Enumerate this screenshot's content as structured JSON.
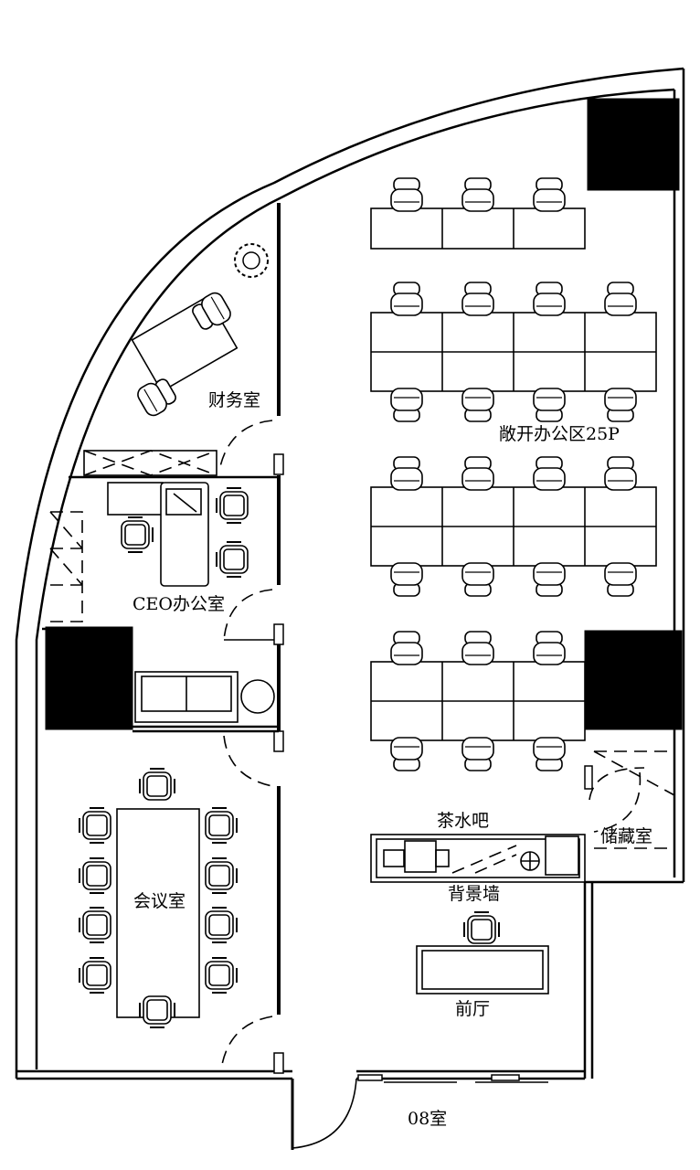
{
  "labels": {
    "finance_room": "财务室",
    "open_office": "敞开办公区25P",
    "ceo_office": "CEO办公室",
    "meeting_room": "会议室",
    "tea_bar": "茶水吧",
    "feature_wall": "背景墙",
    "storage_room": "储藏室",
    "reception": "前厅",
    "room_number": "08室"
  },
  "icons": {
    "plant": "plant-icon",
    "office_chair": "office-chair-icon",
    "sofa": "sofa-icon",
    "round_table": "round-table-icon",
    "door": "door-swing-icon"
  },
  "colors": {
    "line": "#000000",
    "background": "#ffffff"
  }
}
